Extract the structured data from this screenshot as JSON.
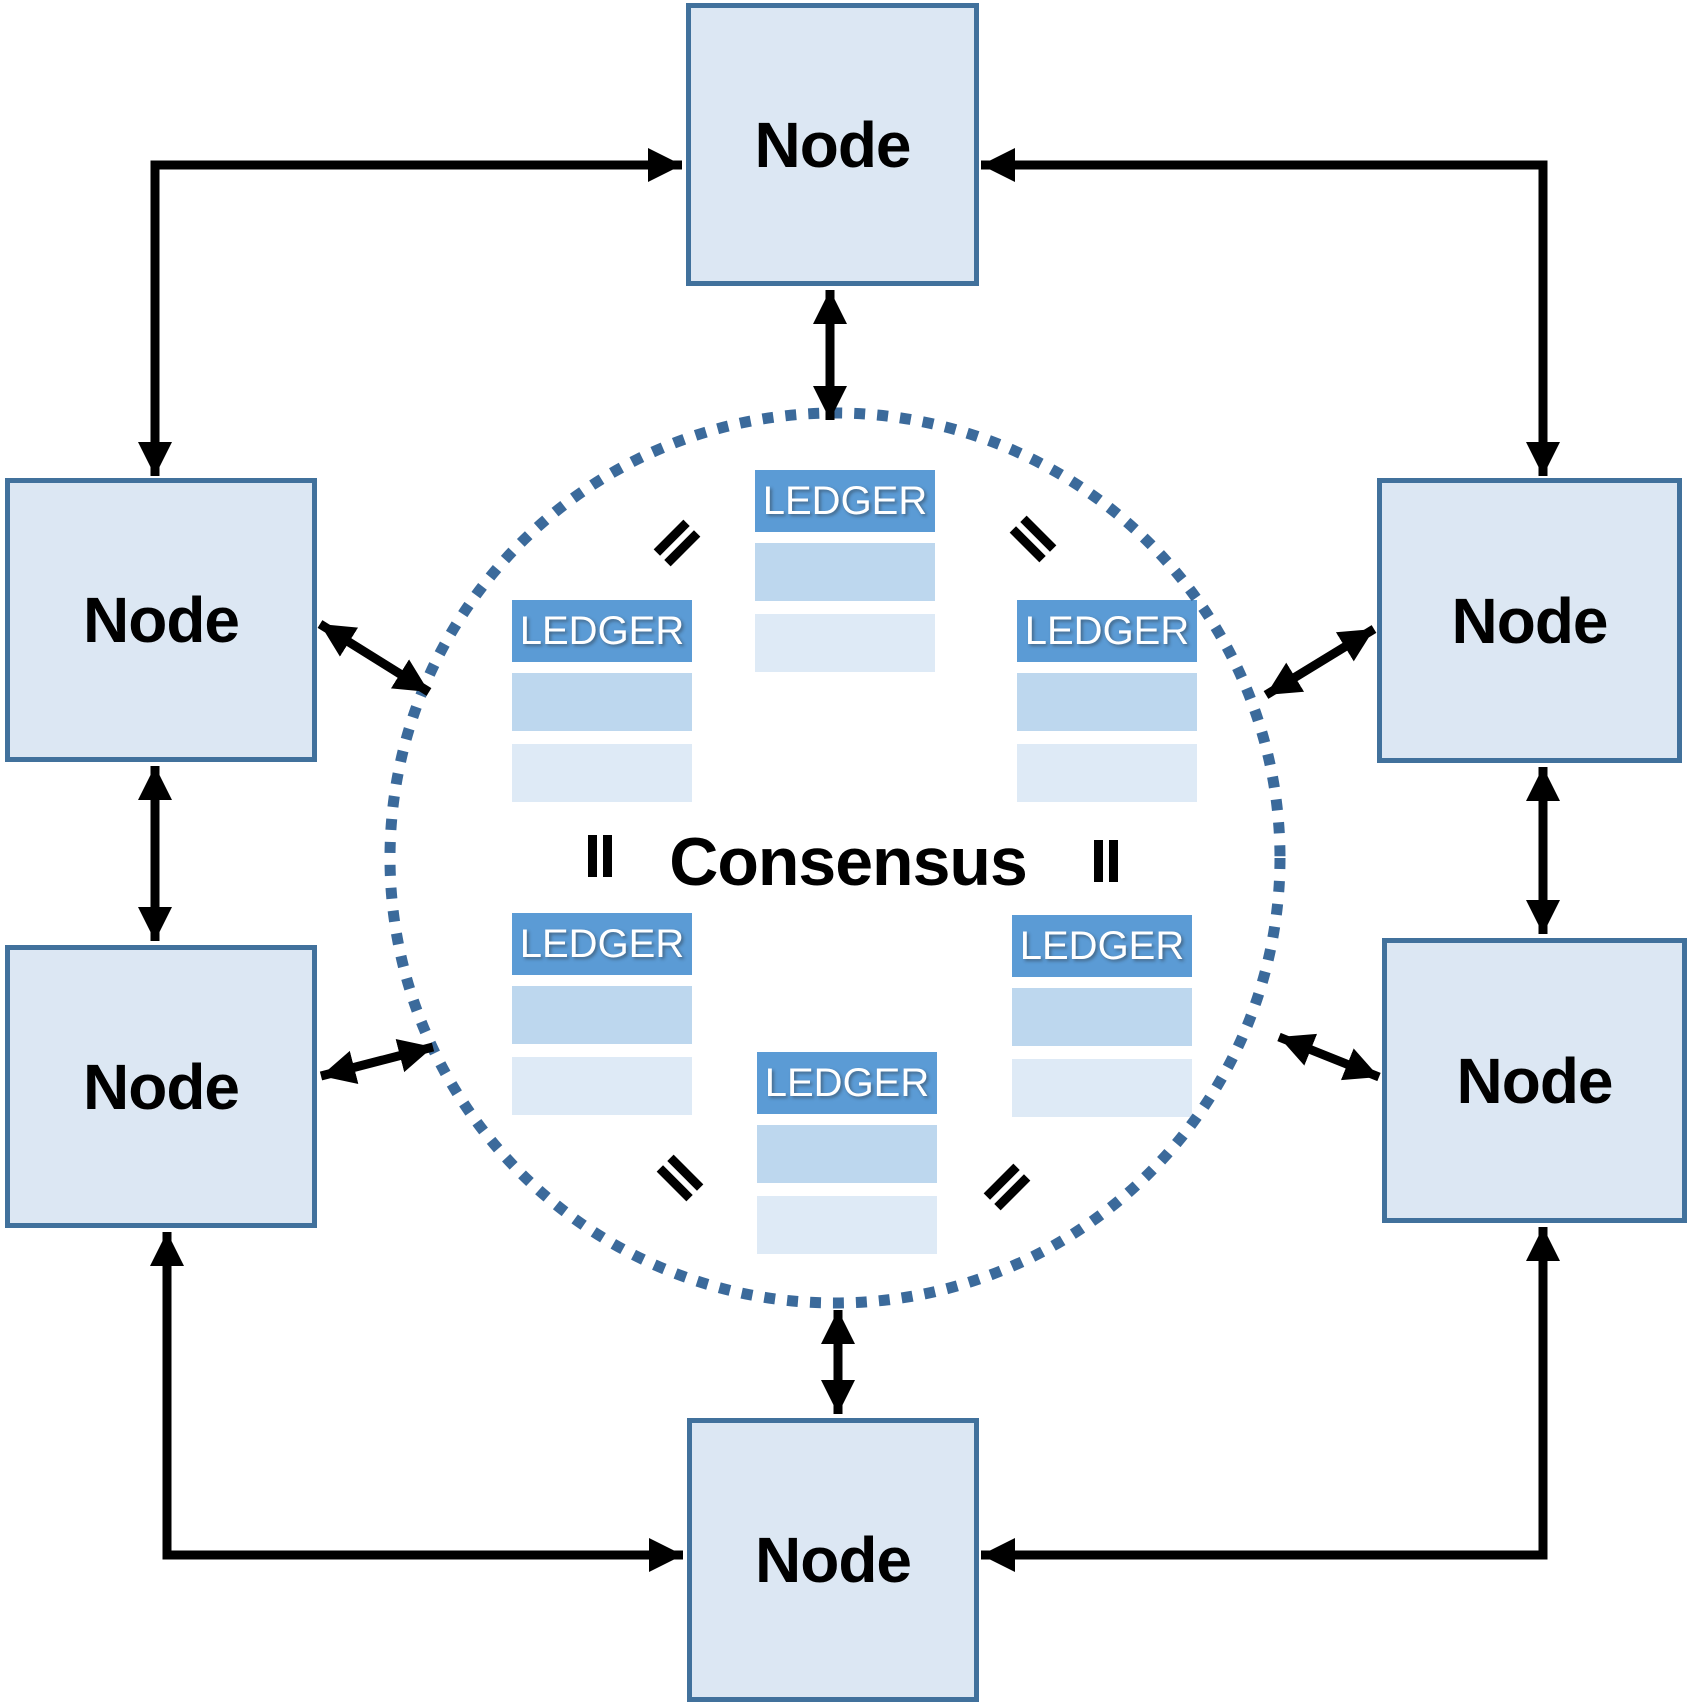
{
  "diagram": {
    "nodes": [
      {
        "id": "top",
        "label": "Node"
      },
      {
        "id": "left-top",
        "label": "Node"
      },
      {
        "id": "left-bottom",
        "label": "Node"
      },
      {
        "id": "right-top",
        "label": "Node"
      },
      {
        "id": "right-bottom",
        "label": "Node"
      },
      {
        "id": "bottom",
        "label": "Node"
      }
    ],
    "center": {
      "label": "Consensus",
      "equals_symbol": "="
    },
    "ledgers": [
      {
        "id": "top",
        "label": "LEDGER"
      },
      {
        "id": "left",
        "label": "LEDGER"
      },
      {
        "id": "right",
        "label": "LEDGER"
      },
      {
        "id": "bottom-left",
        "label": "LEDGER"
      },
      {
        "id": "bottom-right",
        "label": "LEDGER"
      },
      {
        "id": "bottom-mid",
        "label": "LEDGER"
      }
    ],
    "colors": {
      "node_fill": "#dce7f3",
      "node_border": "#41719c",
      "ledger_header": "#5b9bd5",
      "ledger_row1": "#bdd7ee",
      "ledger_row2": "#deeaf6",
      "circle_dot": "#3b6a9b",
      "arrow_color": "#000000",
      "text_color": "#000000"
    }
  }
}
